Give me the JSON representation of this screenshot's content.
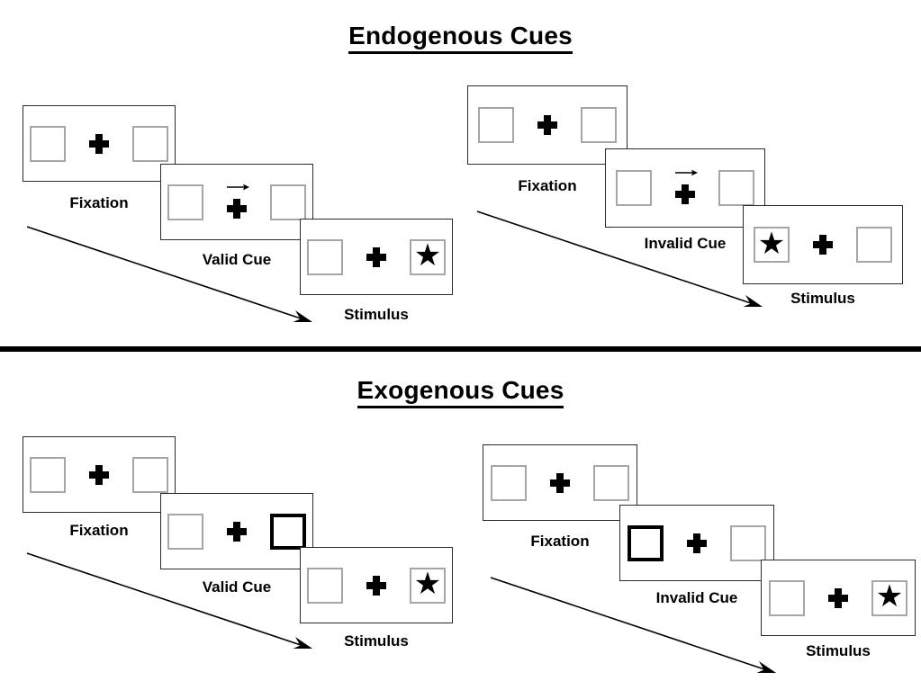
{
  "figure": {
    "background": "#ffffff",
    "box_border_color": "#a6a6a6",
    "cued_box_border_color": "#000000",
    "panel_border_color": "#2b2b2b",
    "ink_color": "#000000"
  },
  "sections": [
    {
      "id": "endogenous",
      "title": "Endogenous Cues",
      "conditions": [
        {
          "id": "endogenous-valid",
          "frames": [
            {
              "caption": "Fixation",
              "left_box": "empty",
              "right_box": "empty",
              "cue": "none"
            },
            {
              "caption": "Valid Cue",
              "left_box": "empty",
              "right_box": "empty",
              "cue": "arrow-right"
            },
            {
              "caption": "Stimulus",
              "left_box": "empty",
              "right_box": "star",
              "cue": "none"
            }
          ]
        },
        {
          "id": "endogenous-invalid",
          "frames": [
            {
              "caption": "Fixation",
              "left_box": "empty",
              "right_box": "empty",
              "cue": "none"
            },
            {
              "caption": "Invalid Cue",
              "left_box": "empty",
              "right_box": "empty",
              "cue": "arrow-right"
            },
            {
              "caption": "Stimulus",
              "left_box": "star",
              "right_box": "empty",
              "cue": "none"
            }
          ]
        }
      ]
    },
    {
      "id": "exogenous",
      "title": "Exogenous Cues",
      "conditions": [
        {
          "id": "exogenous-valid",
          "frames": [
            {
              "caption": "Fixation",
              "left_box": "empty",
              "right_box": "empty",
              "cue": "none"
            },
            {
              "caption": "Valid Cue",
              "left_box": "empty",
              "right_box": "highlight",
              "cue": "none"
            },
            {
              "caption": "Stimulus",
              "left_box": "empty",
              "right_box": "star",
              "cue": "none"
            }
          ]
        },
        {
          "id": "exogenous-invalid",
          "frames": [
            {
              "caption": "Fixation",
              "left_box": "empty",
              "right_box": "empty",
              "cue": "none"
            },
            {
              "caption": "Invalid Cue",
              "left_box": "highlight",
              "right_box": "empty",
              "cue": "none"
            },
            {
              "caption": "Stimulus",
              "left_box": "empty",
              "right_box": "star",
              "cue": "none"
            }
          ]
        }
      ]
    }
  ],
  "glyphs": {
    "star": "★",
    "fixation_cross": "plus-sign",
    "cue_arrow": "arrow-right-icon",
    "time_arrow": "diagonal-arrow-icon"
  }
}
